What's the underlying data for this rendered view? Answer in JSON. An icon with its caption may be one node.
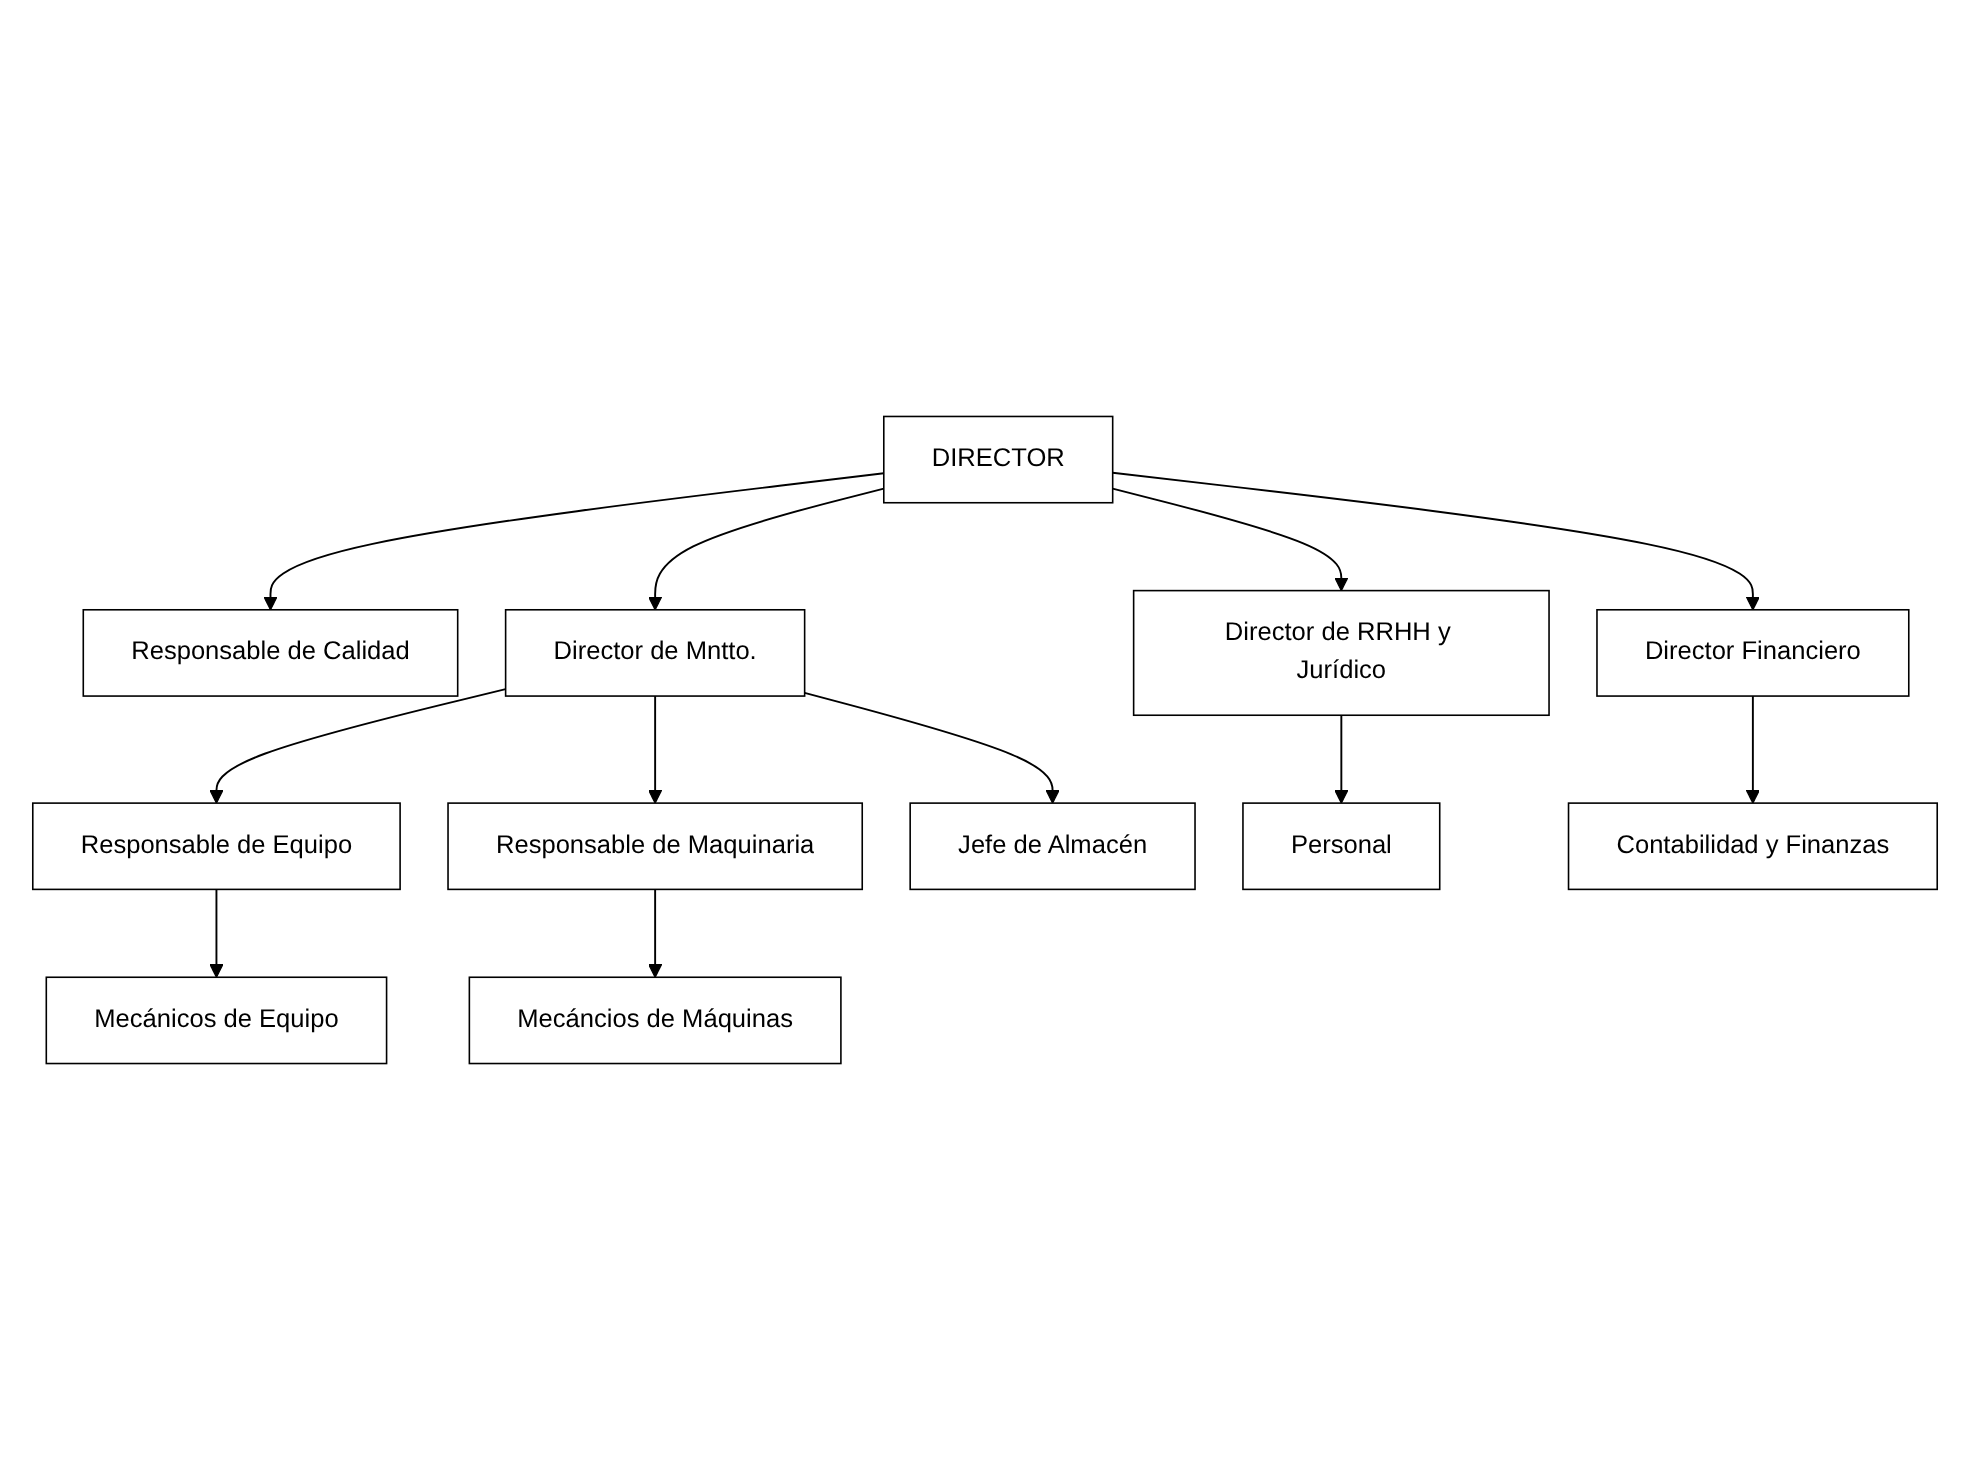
{
  "diagram": {
    "nodes": [
      {
        "text": [
          "DIRECTOR"
        ]
      },
      {
        "text": [
          "Responsable de Calidad"
        ]
      },
      {
        "text": [
          "Director de RRHH y Jurídico"
        ]
      },
      {
        "text": [
          "Director Financiero"
        ]
      },
      {
        "text": [
          "Director de Mntto."
        ]
      },
      {
        "text": [
          "Responsable de Equipo"
        ]
      },
      {
        "text": [
          "Responsable de Maquinaria"
        ]
      },
      {
        "text": [
          "Jefe de Almacén"
        ]
      },
      {
        "text": [
          "Personal"
        ]
      },
      {
        "text": [
          "Contabilidad y Finanzas"
        ]
      },
      {
        "text": [
          "Mecánicos de Equipo"
        ]
      },
      {
        "text": [
          "Mecáncios de Máquinas"
        ]
      }
    ],
    "edges": [
      {
        "from": 0,
        "to": 2,
        "arrow": "to"
      },
      {
        "from": 0,
        "to": 3,
        "arrow": "to"
      },
      {
        "from": 0,
        "to": 4,
        "arrow": "to"
      },
      {
        "from": 4,
        "to": 5,
        "arrow": "to"
      },
      {
        "from": 4,
        "to": 6,
        "arrow": "to"
      },
      {
        "from": 4,
        "to": 7,
        "arrow": "to"
      },
      {
        "from": 2,
        "to": 8,
        "arrow": "to"
      },
      {
        "from": 3,
        "to": 9,
        "arrow": "to"
      },
      {
        "from": 5,
        "to": 10,
        "arrow": "to"
      },
      {
        "from": 6,
        "to": 11,
        "arrow": "to"
      },
      {
        "from": 0,
        "to": 1,
        "arrow": "to"
      }
    ]
  }
}
